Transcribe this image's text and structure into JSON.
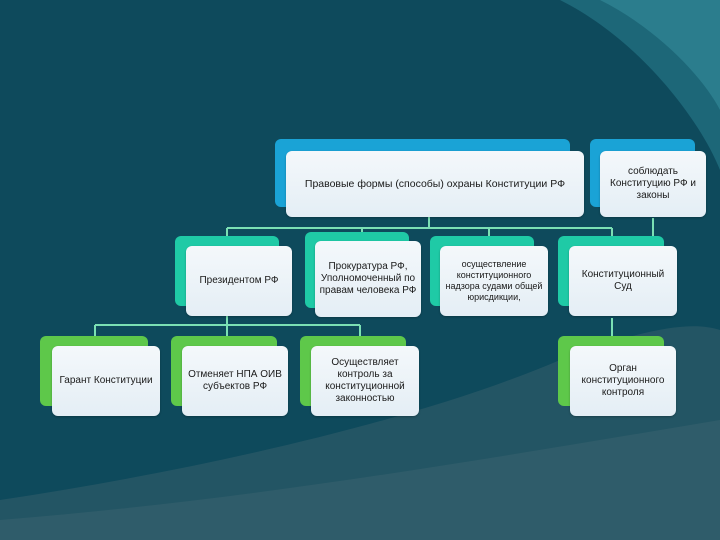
{
  "diagram": {
    "top_box": "Правовые формы (способы) охраны Конституции РФ",
    "right_top_box": "соблюдать Конституцию РФ и законы",
    "level2": [
      "Президентом РФ",
      "Прокуратура РФ, Уполномоченный по правам человека РФ",
      "осуществление конституционного надзора судами общей юрисдикции,",
      "Конституционный Суд"
    ],
    "level3_left": [
      "Гарант Конституции",
      "Отменяет НПА ОИВ субъектов РФ"
    ],
    "level3_mid": "Осуществляет контроль за конституционной законностью",
    "level3_right": "Орган конституционного контроля"
  },
  "colors": {
    "background": "#0e4a5c",
    "accent_blue": "#1aa3d6",
    "accent_teal": "#1fcaa6",
    "accent_green": "#5ec84a",
    "connector": "#7be0b4"
  }
}
